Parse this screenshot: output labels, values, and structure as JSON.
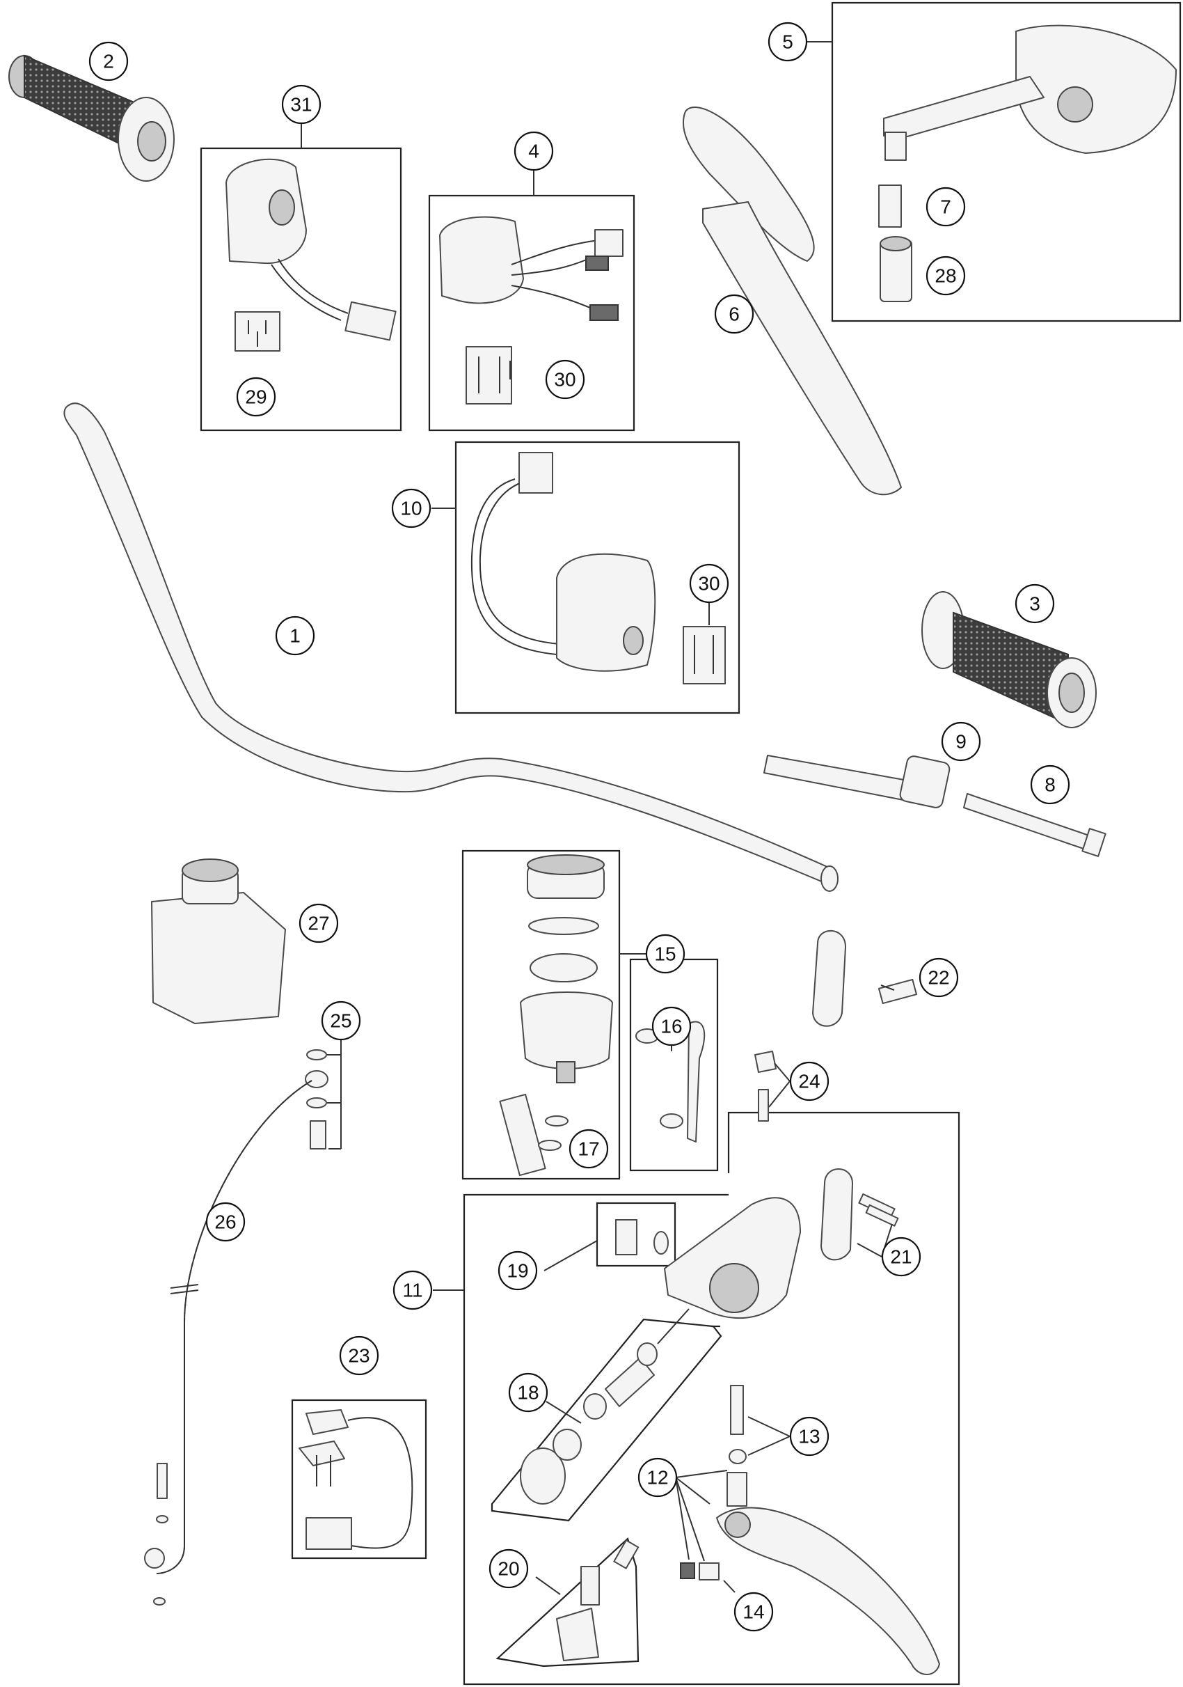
{
  "callouts": [
    {
      "id": "c1",
      "label": "1"
    },
    {
      "id": "c2",
      "label": "2"
    },
    {
      "id": "c3",
      "label": "3"
    },
    {
      "id": "c4",
      "label": "4"
    },
    {
      "id": "c5",
      "label": "5"
    },
    {
      "id": "c6",
      "label": "6"
    },
    {
      "id": "c7",
      "label": "7"
    },
    {
      "id": "c8",
      "label": "8"
    },
    {
      "id": "c9",
      "label": "9"
    },
    {
      "id": "c10",
      "label": "10"
    },
    {
      "id": "c11",
      "label": "11"
    },
    {
      "id": "c12",
      "label": "12"
    },
    {
      "id": "c13",
      "label": "13"
    },
    {
      "id": "c14",
      "label": "14"
    },
    {
      "id": "c15",
      "label": "15"
    },
    {
      "id": "c16",
      "label": "16"
    },
    {
      "id": "c17",
      "label": "17"
    },
    {
      "id": "c18",
      "label": "18"
    },
    {
      "id": "c19",
      "label": "19"
    },
    {
      "id": "c20",
      "label": "20"
    },
    {
      "id": "c21",
      "label": "21"
    },
    {
      "id": "c22",
      "label": "22"
    },
    {
      "id": "c23",
      "label": "23"
    },
    {
      "id": "c24",
      "label": "24"
    },
    {
      "id": "c25",
      "label": "25"
    },
    {
      "id": "c26",
      "label": "26"
    },
    {
      "id": "c27",
      "label": "27"
    },
    {
      "id": "c28",
      "label": "28"
    },
    {
      "id": "c29",
      "label": "29"
    },
    {
      "id": "c30a",
      "label": "30"
    },
    {
      "id": "c30b",
      "label": "30"
    },
    {
      "id": "c31",
      "label": "31"
    }
  ]
}
